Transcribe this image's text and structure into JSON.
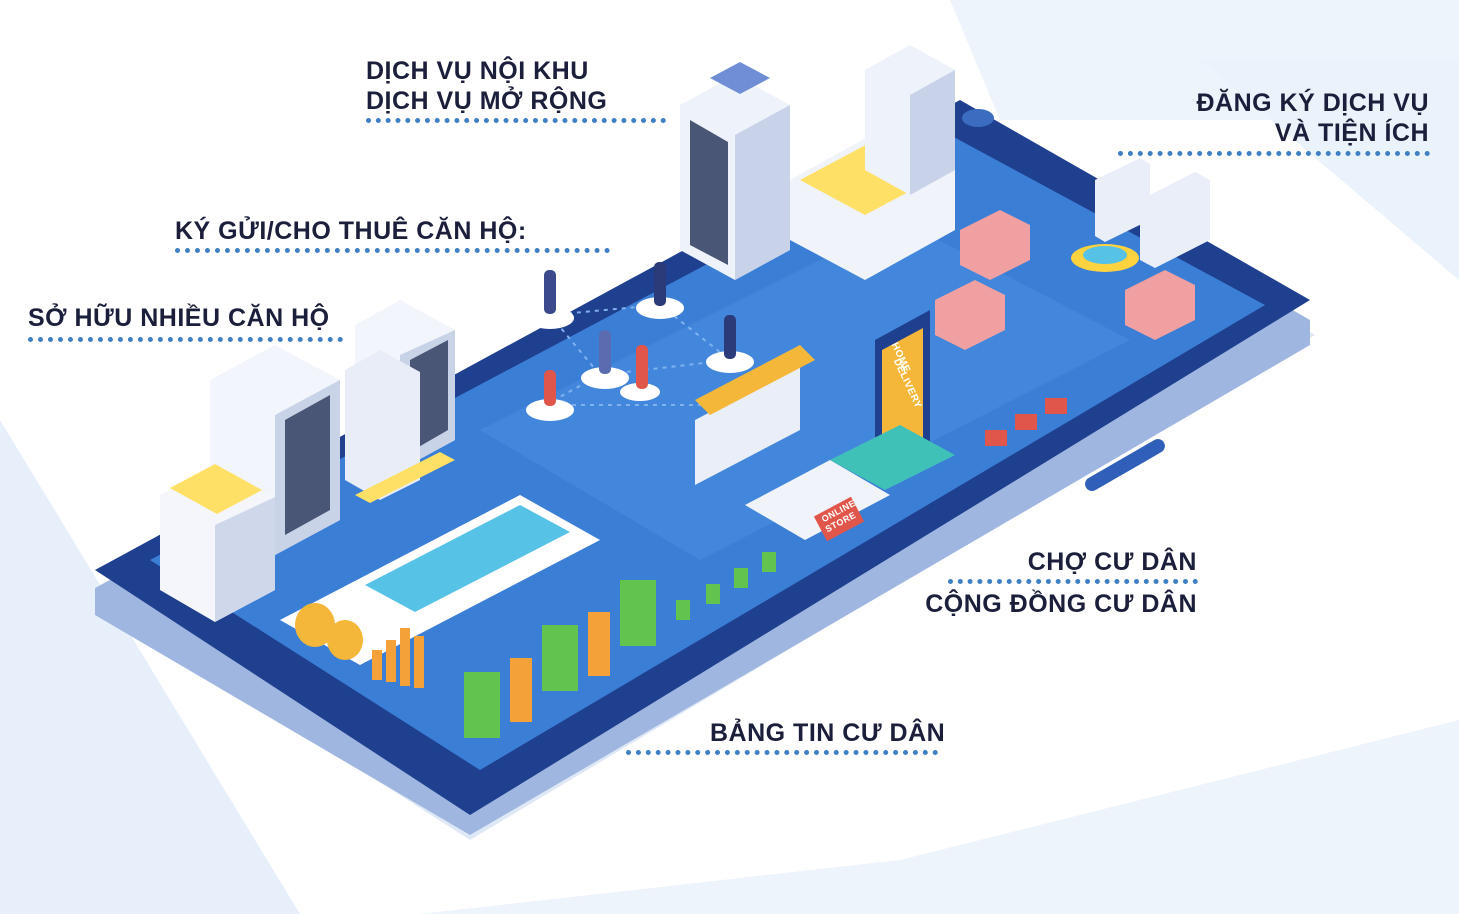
{
  "labels": {
    "noi_khu": "DỊCH VỤ NỘI KHU",
    "mo_rong": "DỊCH VỤ MỞ RỘNG",
    "dang_ky_line1": "ĐĂNG KÝ DỊCH VỤ",
    "dang_ky_line2": "VÀ TIỆN ÍCH",
    "ky_gui": "KÝ GỬI/CHO THUÊ CĂN HỘ:",
    "so_huu": "SỞ HỮU NHIỀU CĂN HỘ",
    "cho_cu_dan": "CHỢ CƯ DÂN",
    "cong_dong": "CỘNG ĐỒNG CƯ DÂN",
    "bang_tin": "BẢNG TIN CƯ DÂN"
  },
  "signs": {
    "home_delivery_1": "HOME",
    "home_delivery_2": "DELIVERY",
    "online_store_1": "ONLINE",
    "online_store_2": "STORE"
  },
  "colors": {
    "phone_dark": "#1f3f8f",
    "screen_blue": "#3b7ed6",
    "label_text": "#1b1f3b",
    "dotted_line": "#3f7fc4",
    "tree_green": "#62c44e",
    "tree_orange": "#f5a13a"
  }
}
